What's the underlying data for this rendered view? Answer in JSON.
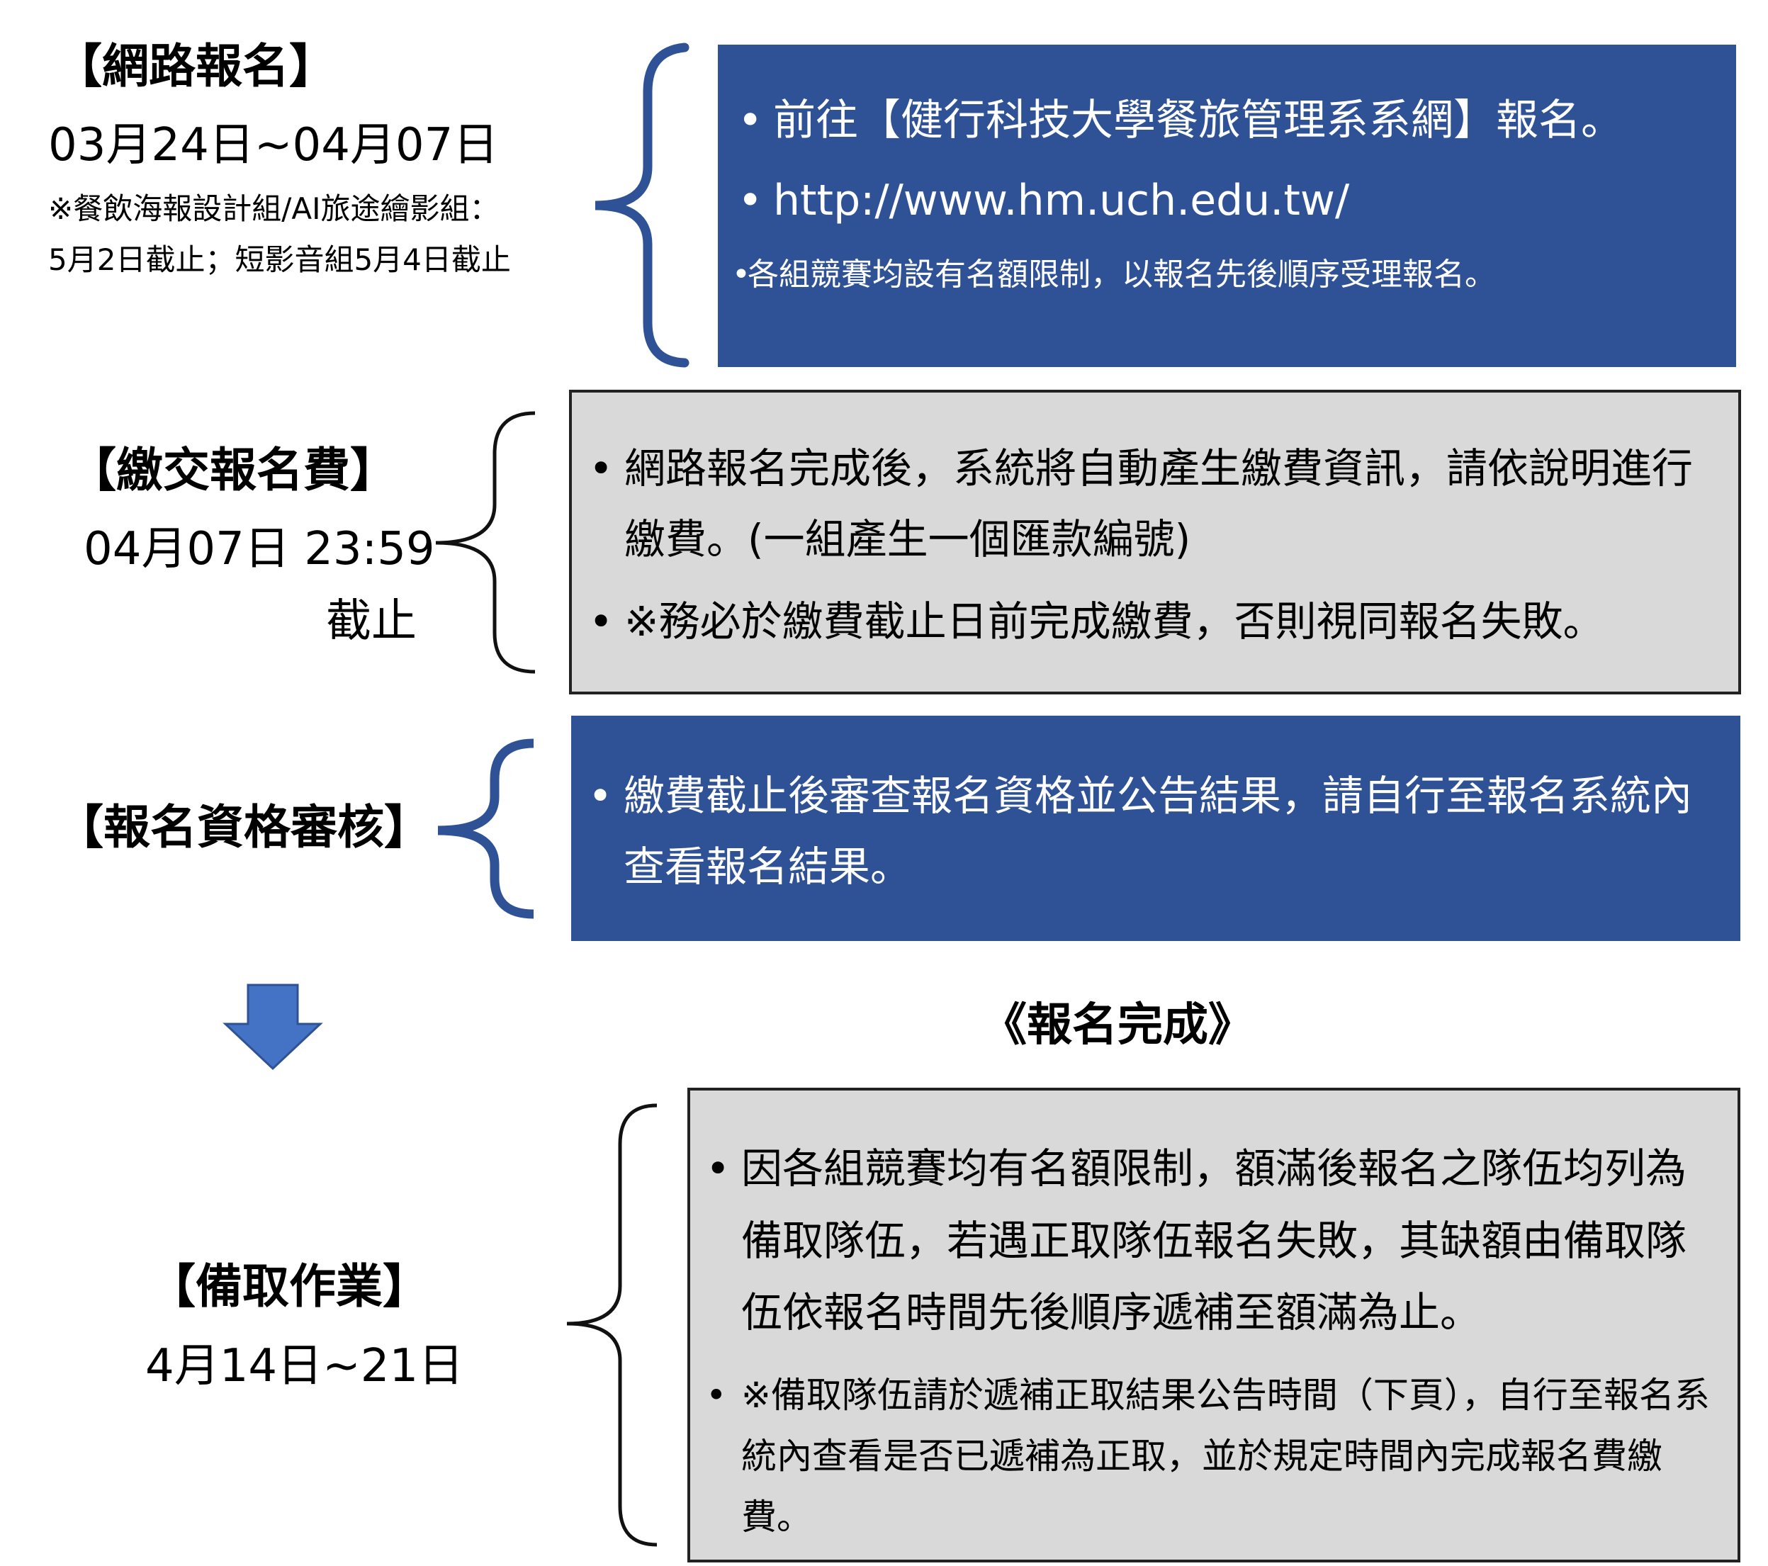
{
  "steps": [
    {
      "title": "【網路報名】",
      "date": "03月24日~04月07日",
      "note_line1": "※餐飲海報設計組/AI旅途繪影組：",
      "note_line2": "5月2日截止；短影音組5月4日截止",
      "bullets": [
        "前往【健行科技大學餐旅管理系系網】報名。",
        "http://www.hm.uch.edu.tw/",
        "各組競賽均設有名額限制，以報名先後順序受理報名。"
      ]
    },
    {
      "title": "【繳交報名費】",
      "date": "04月07日 23:59",
      "date_suffix": "截止",
      "bullets": [
        "網路報名完成後，系統將自動產生繳費資訊，請依說明進行繳費。(一組產生一個匯款編號)",
        "※務必於繳費截止日前完成繳費，否則視同報名失敗。"
      ]
    },
    {
      "title": "【報名資格審核】",
      "bullets": [
        "繳費截止後審查報名資格並公告結果，請自行至報名系統內查看報名結果。"
      ]
    },
    {
      "title": "【備取作業】",
      "date": "4月14日~21日",
      "bullets": [
        "因各組競賽均有名額限制，額滿後報名之隊伍均列為備取隊伍，若遇正取隊伍報名失敗，其缺額由備取隊伍依報名時間先後順序遞補至額滿為止。",
        "※備取隊伍請於遞補正取結果公告時間（下頁），自行至報名系統內查看是否已遞補為正取，並於規定時間內完成報名費繳費。"
      ]
    }
  ],
  "completion_label": "《報名完成》",
  "colors": {
    "blue_box": "#2f5296",
    "gray_box": "#d9d9d9",
    "arrow": "#4472c4"
  }
}
